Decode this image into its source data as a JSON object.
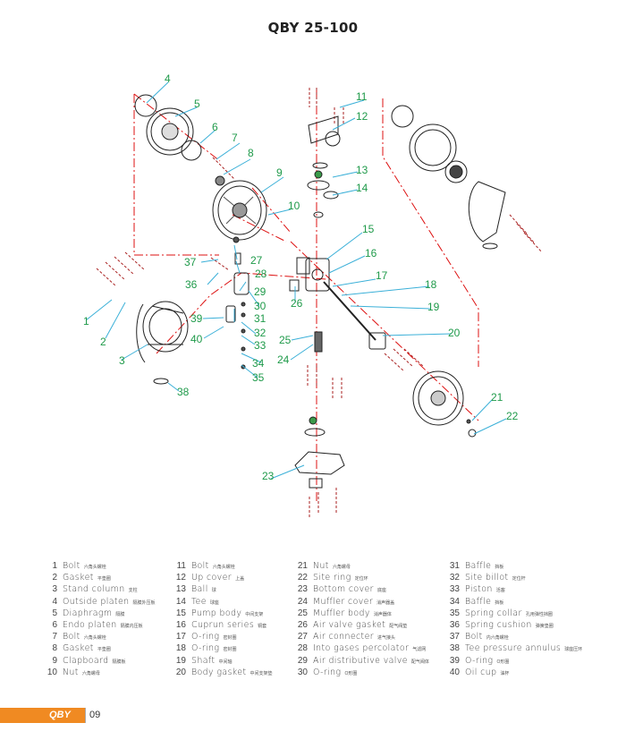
{
  "title": "QBY 25-100",
  "callouts": [
    "1",
    "2",
    "3",
    "4",
    "5",
    "6",
    "7",
    "8",
    "9",
    "10",
    "11",
    "12",
    "13",
    "14",
    "15",
    "16",
    "17",
    "18",
    "19",
    "20",
    "21",
    "22",
    "23",
    "24",
    "25",
    "26",
    "27",
    "28",
    "29",
    "30",
    "31",
    "32",
    "33",
    "34",
    "35",
    "36",
    "37",
    "38",
    "39",
    "40"
  ],
  "legend": [
    {
      "no": "1",
      "name": "Bolt",
      "zh": "六角头螺栓"
    },
    {
      "no": "2",
      "name": "Gasket",
      "zh": "平垫圈"
    },
    {
      "no": "3",
      "name": "Stand column",
      "zh": "支柱"
    },
    {
      "no": "4",
      "name": "Outside platen",
      "zh": "隔膜外压板"
    },
    {
      "no": "5",
      "name": "Diaphragm",
      "zh": "隔膜"
    },
    {
      "no": "6",
      "name": "Endo platen",
      "zh": "隔膜内压板"
    },
    {
      "no": "7",
      "name": "Bolt",
      "zh": "六角头螺栓"
    },
    {
      "no": "8",
      "name": "Gasket",
      "zh": "平垫圈"
    },
    {
      "no": "9",
      "name": "Clapboard",
      "zh": "隔膜板"
    },
    {
      "no": "10",
      "name": "Nut",
      "zh": "六角螺母"
    },
    {
      "no": "11",
      "name": "Bolt",
      "zh": "六角头螺栓"
    },
    {
      "no": "12",
      "name": "Up cover",
      "zh": "上盖"
    },
    {
      "no": "13",
      "name": "Ball",
      "zh": "球"
    },
    {
      "no": "14",
      "name": "Tee",
      "zh": "球座"
    },
    {
      "no": "15",
      "name": "Pump body",
      "zh": "中间支架"
    },
    {
      "no": "16",
      "name": "Cuprun series",
      "zh": "铜套"
    },
    {
      "no": "17",
      "name": "O-ring",
      "zh": "密封圈"
    },
    {
      "no": "18",
      "name": "O-ring",
      "zh": "密封圈"
    },
    {
      "no": "19",
      "name": "Shaft",
      "zh": "中间轴"
    },
    {
      "no": "20",
      "name": "Body gasket",
      "zh": "中间支架垫"
    },
    {
      "no": "21",
      "name": "Nut",
      "zh": "六角螺母"
    },
    {
      "no": "22",
      "name": "Site ring",
      "zh": "定位环"
    },
    {
      "no": "23",
      "name": "Bottom cover",
      "zh": "底座"
    },
    {
      "no": "24",
      "name": "Muffler cover",
      "zh": "消声器盖"
    },
    {
      "no": "25",
      "name": "Muffler body",
      "zh": "消声器体"
    },
    {
      "no": "26",
      "name": "Air valve gasket",
      "zh": "配气阀垫"
    },
    {
      "no": "27",
      "name": "Air connecter",
      "zh": "进气接头"
    },
    {
      "no": "28",
      "name": "Into gases percolator",
      "zh": "气滤网"
    },
    {
      "no": "29",
      "name": "Air distributive valve",
      "zh": "配气阀体"
    },
    {
      "no": "30",
      "name": "O-ring",
      "zh": "O形圈"
    },
    {
      "no": "31",
      "name": "Baffle",
      "zh": "挡板"
    },
    {
      "no": "32",
      "name": "Site billot",
      "zh": "定位杆"
    },
    {
      "no": "33",
      "name": "Piston",
      "zh": "活塞"
    },
    {
      "no": "34",
      "name": "Baffle",
      "zh": "挡板"
    },
    {
      "no": "35",
      "name": "Spring collar",
      "zh": "孔用弹性挡圈"
    },
    {
      "no": "36",
      "name": "Spring cushion",
      "zh": "弹簧垫圈"
    },
    {
      "no": "37",
      "name": "Bolt",
      "zh": "内六角螺栓"
    },
    {
      "no": "38",
      "name": "Tee pressure annulus",
      "zh": "球座压环"
    },
    {
      "no": "39",
      "name": "O-ring",
      "zh": "O形圈"
    },
    {
      "no": "40",
      "name": "Oil cup",
      "zh": "油杯"
    }
  ],
  "footer": {
    "brand": "QBY",
    "page": "09"
  },
  "colors": {
    "callout": "#1f9a4a",
    "centerline": "#d11",
    "accent": "#f08a22"
  }
}
